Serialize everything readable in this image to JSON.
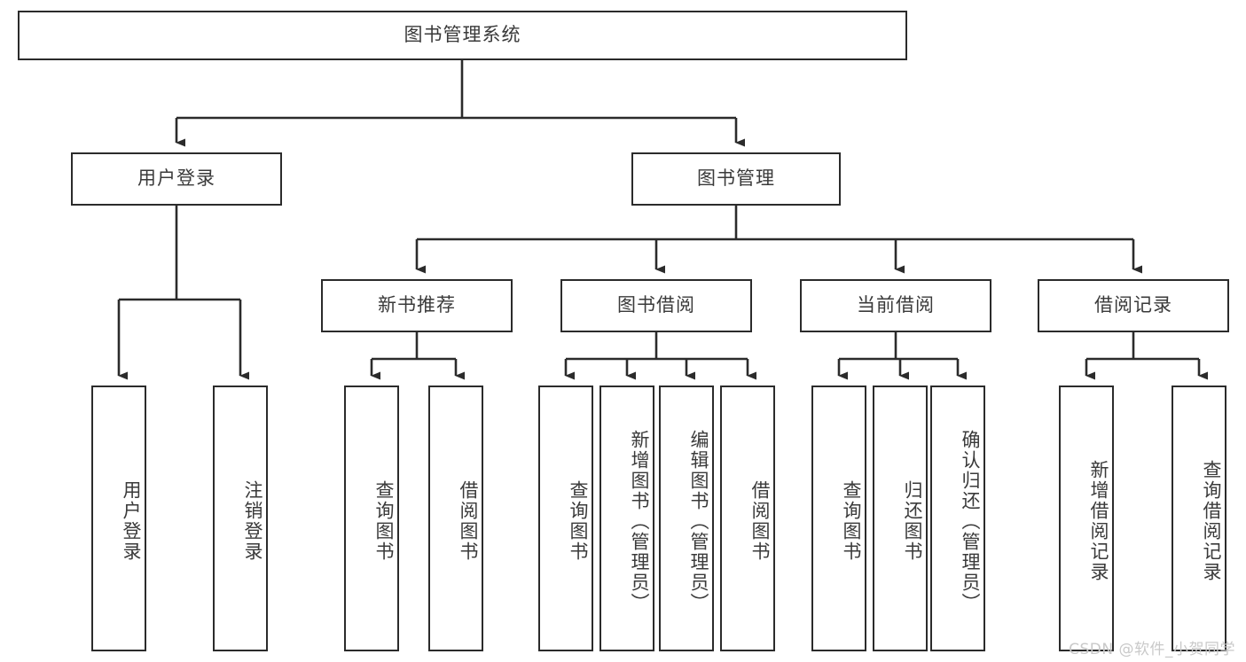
{
  "diagram": {
    "title": "图书管理系统",
    "type": "tree-hierarchy",
    "colors": {
      "border": "#2b2b2b",
      "text": "#3a3a3a",
      "background": "#ffffff",
      "edge": "#2b2b2b",
      "watermark": "#c9c9c9"
    },
    "watermark": "CSDN @软件_小贺同学",
    "nodes": {
      "root": {
        "label": "图书管理系统",
        "level": 0,
        "orientation": "horizontal"
      },
      "user_login": {
        "label": "用户登录",
        "level": 1,
        "orientation": "horizontal"
      },
      "book_manage": {
        "label": "图书管理",
        "level": 1,
        "orientation": "horizontal"
      },
      "new_book_rec": {
        "label": "新书推荐",
        "level": 2,
        "orientation": "horizontal"
      },
      "book_borrow": {
        "label": "图书借阅",
        "level": 2,
        "orientation": "horizontal"
      },
      "current_borrow": {
        "label": "当前借阅",
        "level": 2,
        "orientation": "horizontal"
      },
      "borrow_record": {
        "label": "借阅记录",
        "level": 2,
        "orientation": "horizontal"
      },
      "leaf_user_login": {
        "label": "用户登录",
        "level": 3,
        "orientation": "vertical",
        "parent": "user_login"
      },
      "leaf_logout": {
        "label": "注销登录",
        "level": 3,
        "orientation": "vertical",
        "parent": "user_login"
      },
      "leaf_query_book_a": {
        "label": "查询图书",
        "level": 3,
        "orientation": "vertical",
        "parent": "new_book_rec"
      },
      "leaf_borrow_book_a": {
        "label": "借阅图书",
        "level": 3,
        "orientation": "vertical",
        "parent": "new_book_rec"
      },
      "leaf_query_book_b": {
        "label": "查询图书",
        "level": 3,
        "orientation": "vertical",
        "parent": "book_borrow"
      },
      "leaf_add_book": {
        "label": "新增图书（管理员）",
        "level": 3,
        "orientation": "vertical",
        "parent": "book_borrow"
      },
      "leaf_edit_book": {
        "label": "编辑图书（管理员）",
        "level": 3,
        "orientation": "vertical",
        "parent": "book_borrow"
      },
      "leaf_borrow_book_b": {
        "label": "借阅图书",
        "level": 3,
        "orientation": "vertical",
        "parent": "book_borrow"
      },
      "leaf_query_book_c": {
        "label": "查询图书",
        "level": 3,
        "orientation": "vertical",
        "parent": "current_borrow"
      },
      "leaf_return_book": {
        "label": "归还图书",
        "level": 3,
        "orientation": "vertical",
        "parent": "current_borrow"
      },
      "leaf_confirm_return": {
        "label": "确认归还（管理员）",
        "level": 3,
        "orientation": "vertical",
        "parent": "current_borrow"
      },
      "leaf_add_record": {
        "label": "新增借阅记录",
        "level": 3,
        "orientation": "vertical",
        "parent": "borrow_record"
      },
      "leaf_query_record": {
        "label": "查询借阅记录",
        "level": 3,
        "orientation": "vertical",
        "parent": "borrow_record"
      }
    }
  }
}
